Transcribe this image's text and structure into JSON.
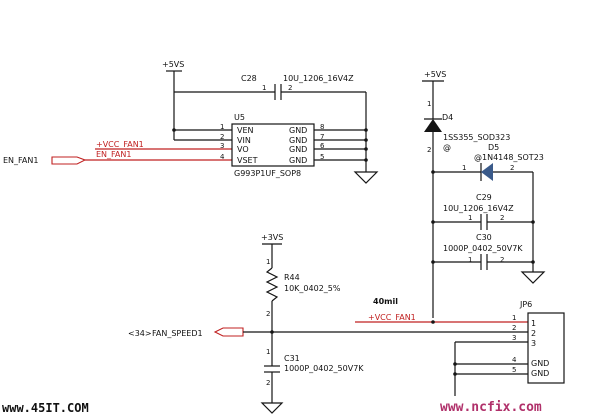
{
  "power": {
    "p5vs_a": "+5VS",
    "p5vs_b": "+5VS",
    "p3vs": "+3VS"
  },
  "c28": {
    "ref": "C28",
    "value": "10U_1206_16V4Z",
    "pin1": "1",
    "pin2": "2"
  },
  "u5": {
    "ref": "U5",
    "part": "G993P1UF_SOP8",
    "left_pins": [
      {
        "num": "1",
        "name": "VEN"
      },
      {
        "num": "2",
        "name": "VIN"
      },
      {
        "num": "3",
        "name": "VO"
      },
      {
        "num": "4",
        "name": "VSET"
      }
    ],
    "right_pins": [
      {
        "num": "8",
        "name": "GND"
      },
      {
        "num": "7",
        "name": "GND"
      },
      {
        "num": "6",
        "name": "GND"
      },
      {
        "num": "5",
        "name": "GND"
      }
    ]
  },
  "nets": {
    "vcc_fan1_top": "+VCC_FAN1",
    "en_fan1_top": "EN_FAN1",
    "en_fan1_port": "EN_FAN1",
    "vcc_fan1_bottom": "+VCC_FAN1",
    "fan_speed_ref": "<34>",
    "fan_speed_port": "FAN_SPEED1",
    "trace_width": "40mil"
  },
  "d4": {
    "ref": "D4",
    "part": "1SS355_SOD323",
    "pin1": "1",
    "pin2": "2",
    "at": "@"
  },
  "d5": {
    "ref": "D5",
    "part": "@1N4148_SOT23",
    "pin1": "1",
    "pin2": "2"
  },
  "c29": {
    "ref": "C29",
    "value": "10U_1206_16V4Z",
    "pin1": "1",
    "pin2": "2"
  },
  "c30": {
    "ref": "C30",
    "value": "1000P_0402_50V7K",
    "pin1": "1",
    "pin2": "2"
  },
  "r44": {
    "ref": "R44",
    "value": "10K_0402_5%",
    "pin1": "1",
    "pin2": "2"
  },
  "c31": {
    "ref": "C31",
    "value": "1000P_0402_50V7K",
    "pin1": "1",
    "pin2": "2"
  },
  "jp6": {
    "ref": "JP6",
    "pins": [
      {
        "num": "1",
        "name": "1"
      },
      {
        "num": "2",
        "name": "2"
      },
      {
        "num": "3",
        "name": "3"
      },
      {
        "num": "4",
        "name": "GND"
      },
      {
        "num": "5",
        "name": "GND"
      }
    ]
  },
  "watermarks": {
    "left": "www.45IT.COM",
    "right": "www.ncfix.com"
  }
}
